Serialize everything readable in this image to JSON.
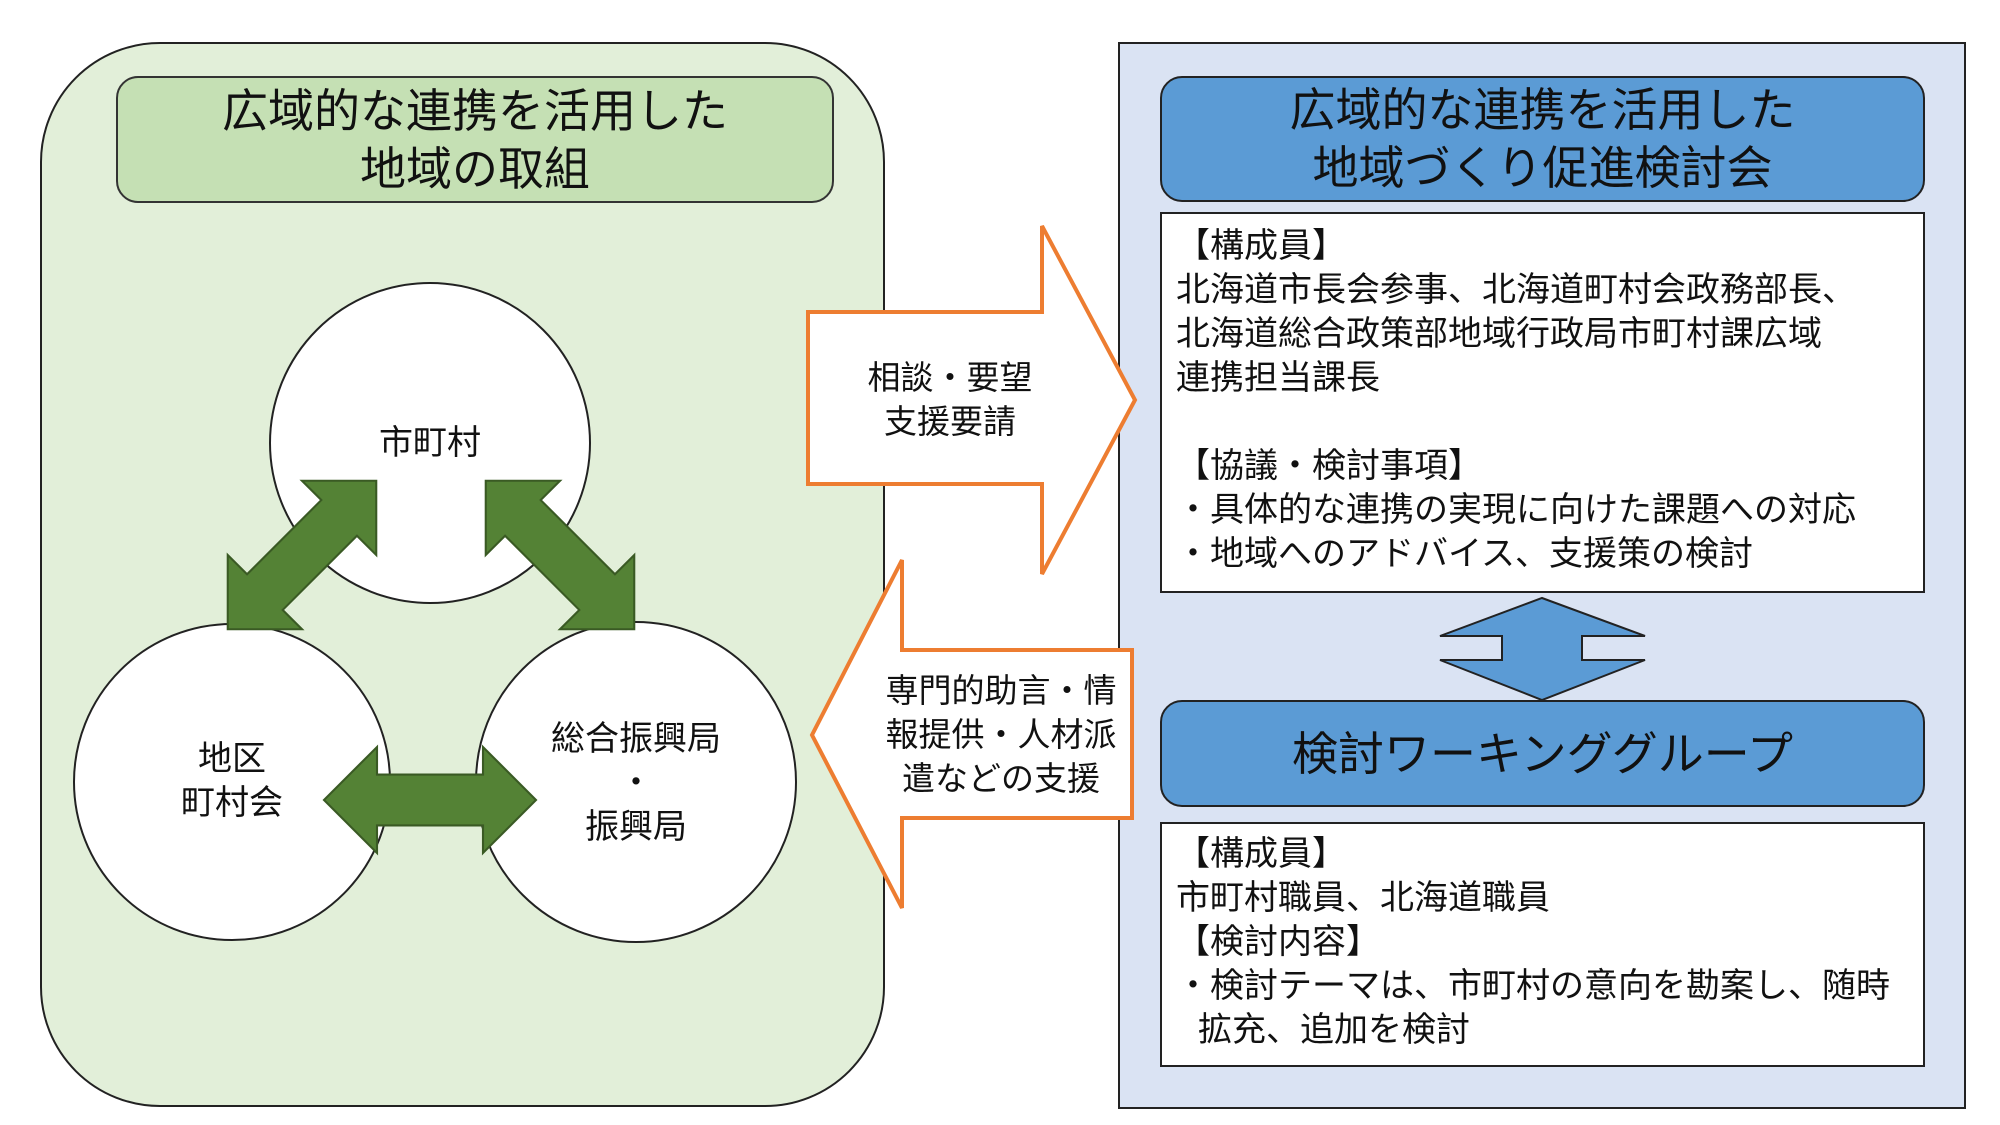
{
  "left_panel": {
    "title_line1": "広域的な連携を活用した",
    "title_line2": "地域の取組",
    "circles": {
      "top": "市町村",
      "left_line1": "地区",
      "left_line2": "町村会",
      "right_line1": "総合振興局",
      "right_line2": "・",
      "right_line3": "振興局"
    }
  },
  "middle_arrows": {
    "to_right_line1": "相談・要望",
    "to_right_line2": "支援要請",
    "to_left_line1": "専門的助言・情",
    "to_left_line2": "報提供・人材派",
    "to_left_line3": "遣などの支援"
  },
  "right_panel": {
    "committee_title_line1": "広域的な連携を活用した",
    "committee_title_line2": "地域づくり促進検討会",
    "committee_box": {
      "members_heading": "【構成員】",
      "members_line1": "北海道市長会参事、北海道町村会政務部長、",
      "members_line2": "北海道総合政策部地域行政局市町村課広域",
      "members_line3": "連携担当課長",
      "topics_heading": "【協議・検討事項】",
      "topic1": "・具体的な連携の実現に向けた課題への対応",
      "topic2": "・地域へのアドバイス、支援策の検討"
    },
    "wg_title": "検討ワーキンググループ",
    "wg_box": {
      "members_heading": "【構成員】",
      "members_text": "市町村職員、北海道職員",
      "content_heading": "【検討内容】",
      "content_line1": "・検討テーマは、市町村の意向を勘案し、随時",
      "content_line2": "拡充、追加を検討"
    }
  },
  "colors": {
    "left_panel_bg": "#e2efd9",
    "left_title_bg": "#c5e0b4",
    "right_panel_bg": "#dae3f3",
    "blue_title_bg": "#5b9bd5",
    "green_arrow": "#548235",
    "orange_arrow_border": "#ed7d31"
  }
}
